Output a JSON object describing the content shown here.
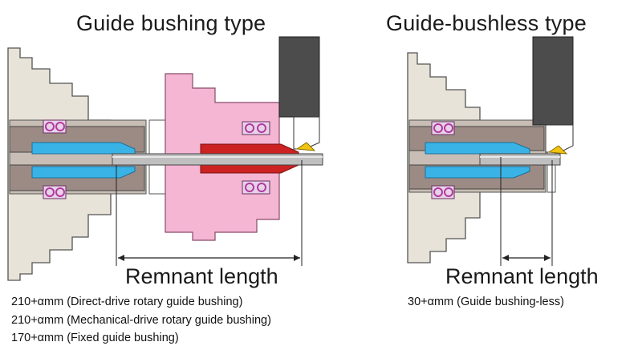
{
  "left": {
    "title": "Guide bushing type",
    "dimension_label": "Remnant length",
    "specs": [
      "210+αmm (Direct-drive rotary guide bushing)",
      "210+αmm (Mechanical-drive rotary guide bushing)",
      "170+αmm (Fixed guide bushing)"
    ]
  },
  "right": {
    "title": "Guide-bushless type",
    "dimension_label": "Remnant length",
    "specs": [
      "30+αmm (Guide bushing-less)"
    ]
  },
  "colors": {
    "housing": "#e8e3d8",
    "spindle_brown": "#9c8b84",
    "collet_blue": "#39b3e6",
    "guide_bushing_pink": "#f5b6d4",
    "guide_bushing_red": "#cc2222",
    "bearing_purple": "#b23aa0",
    "tool_dark": "#4c4c4c",
    "insert_yellow": "#f1c40f"
  }
}
